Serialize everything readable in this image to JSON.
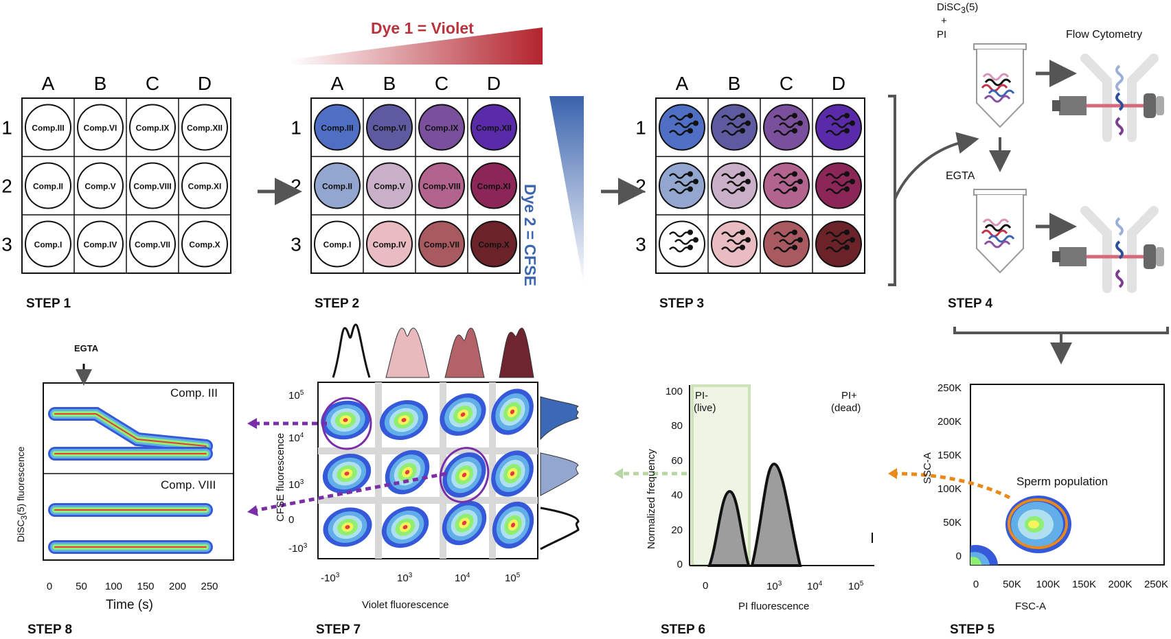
{
  "steps": [
    "STEP 1",
    "STEP 2",
    "STEP 3",
    "STEP 4",
    "STEP 5",
    "STEP 6",
    "STEP 7",
    "STEP 8"
  ],
  "plate": {
    "columns": [
      "A",
      "B",
      "C",
      "D"
    ],
    "rows": [
      "1",
      "2",
      "3"
    ],
    "compounds": [
      [
        "Comp.III",
        "Comp.VI",
        "Comp.IX",
        "Comp.XII"
      ],
      [
        "Comp.II",
        "Comp.V",
        "Comp.VIII",
        "Comp.XI"
      ],
      [
        "Comp.I",
        "Comp.IV",
        "Comp.VII",
        "Comp.X"
      ]
    ],
    "well_colors": [
      [
        "#4f6fc4",
        "#5e5aa0",
        "#7a4f9c",
        "#5a2ba8"
      ],
      [
        "#93a6cf",
        "#c9b0c8",
        "#b2648f",
        "#8b2656"
      ],
      [
        "#ffffff",
        "#e8bcc0",
        "#a85a60",
        "#6b2228"
      ]
    ]
  },
  "step2": {
    "dye1": "Dye 1 = Violet",
    "dye2": "Dye 2 = CFSE",
    "dye1_color": "#b8333c",
    "dye2_color": "#3c66b0"
  },
  "step4": {
    "reagent_line1": "DiSC",
    "reagent_sub": "3",
    "reagent_line1_end": "(5)",
    "reagent_plus": "+",
    "reagent_line2": "PI",
    "flow": "Flow Cytometry",
    "egta": "EGTA"
  },
  "step5": {
    "xlabel": "FSC-A",
    "ylabel": "SSC-A",
    "xticks": [
      "0",
      "50K",
      "100K",
      "150K",
      "200K",
      "250K"
    ],
    "yticks": [
      "0",
      "50K",
      "100K",
      "150K",
      "200K",
      "250K"
    ],
    "annotation": "Sperm population"
  },
  "step6": {
    "xlabel": "PI fluorescence",
    "ylabel": "Normalized frequency",
    "yticks": [
      "0",
      "20",
      "40",
      "60",
      "80",
      "100"
    ],
    "xticks": [
      "0",
      "10",
      "10",
      "10"
    ],
    "xtick_exp": [
      "",
      "3",
      "4",
      "5"
    ],
    "gate_live": "PI-",
    "gate_live2": "(live)",
    "gate_dead": "PI+",
    "gate_dead2": "(dead)"
  },
  "step7": {
    "xlabel": "Violet fluorescence",
    "ylabel": "CFSE fluorescence",
    "xticks": [
      "-10",
      "10",
      "10",
      "10"
    ],
    "xtick_exp": [
      "3",
      "3",
      "4",
      "5"
    ],
    "yticks": [
      "10",
      "10",
      "10",
      "0",
      "-10"
    ],
    "ytick_exp": [
      "5",
      "4",
      "3",
      "",
      "3"
    ]
  },
  "step8": {
    "marker": "EGTA",
    "xlabel": "Time (s)",
    "ylabel": "DiSC",
    "ylabel_sub": "3",
    "ylabel_end": "(5) fluorescence",
    "xticks": [
      "0",
      "50",
      "100",
      "150",
      "200",
      "250"
    ],
    "panel1": "Comp. III",
    "panel2": "Comp. VIII"
  }
}
